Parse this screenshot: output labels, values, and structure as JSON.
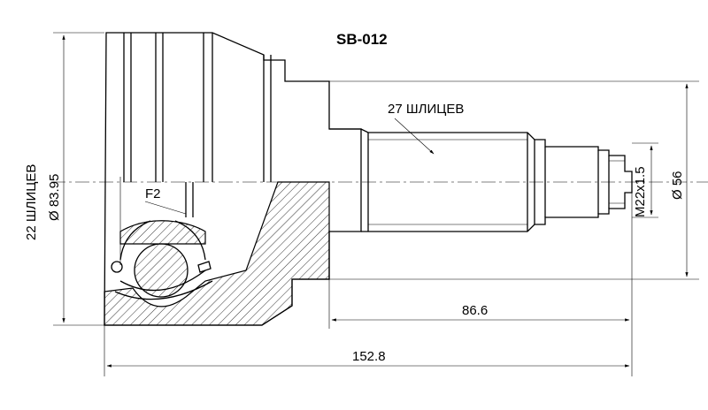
{
  "part_number": "SB-012",
  "outer_splines_label": "22 ШЛИЦЕВ",
  "outer_diameter_label": "Ø 83.95",
  "shaft_splines_label": "27 ШЛИЦЕВ",
  "thread_label": "M22x1.5",
  "seal_diameter_label": "Ø 56",
  "shaft_length_label": "86.6",
  "total_length_label": "152.8",
  "detail_label": "F2"
}
